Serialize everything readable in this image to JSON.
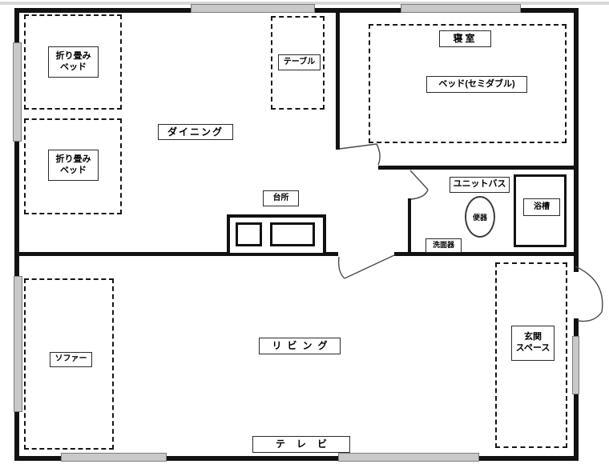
{
  "labels": {
    "folding_bed": {
      "line1": "折り畳み",
      "line2": "ベッド"
    },
    "dining": "ダイニング",
    "table": "テーブル",
    "bedroom": "寝室",
    "bed_semidouble": "ベッド(セミダブル)",
    "unit_bath": "ユニットバス",
    "toilet": "便器",
    "bathtub": "浴槽",
    "washbasin": "洗面器",
    "kitchen": "台所",
    "living": "リビング",
    "sofa": "ソファー",
    "tv": "テレビ",
    "entrance": {
      "line1": "玄関",
      "line2": "スペース"
    }
  },
  "colors": {
    "wall": "#121212",
    "window_fill": "#c9c9c9",
    "window_border": "#7d7d7d"
  }
}
